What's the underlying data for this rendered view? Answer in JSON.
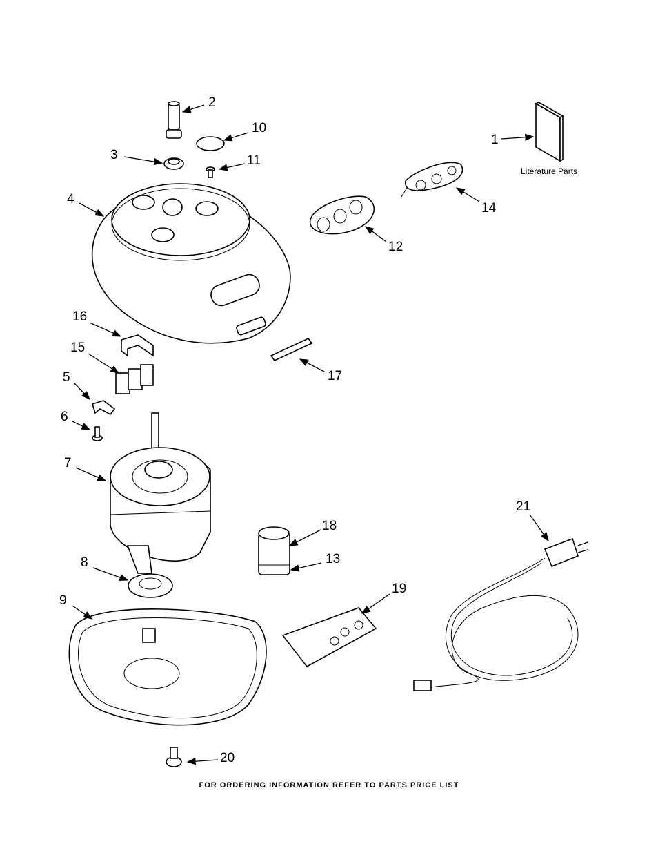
{
  "literature_label": "Literature Parts",
  "footer_text": "FOR ORDERING INFORMATION REFER TO PARTS PRICE LIST",
  "callouts": [
    "1",
    "2",
    "3",
    "4",
    "5",
    "6",
    "7",
    "8",
    "9",
    "10",
    "11",
    "12",
    "13",
    "14",
    "15",
    "16",
    "17",
    "18",
    "19",
    "20",
    "21"
  ]
}
